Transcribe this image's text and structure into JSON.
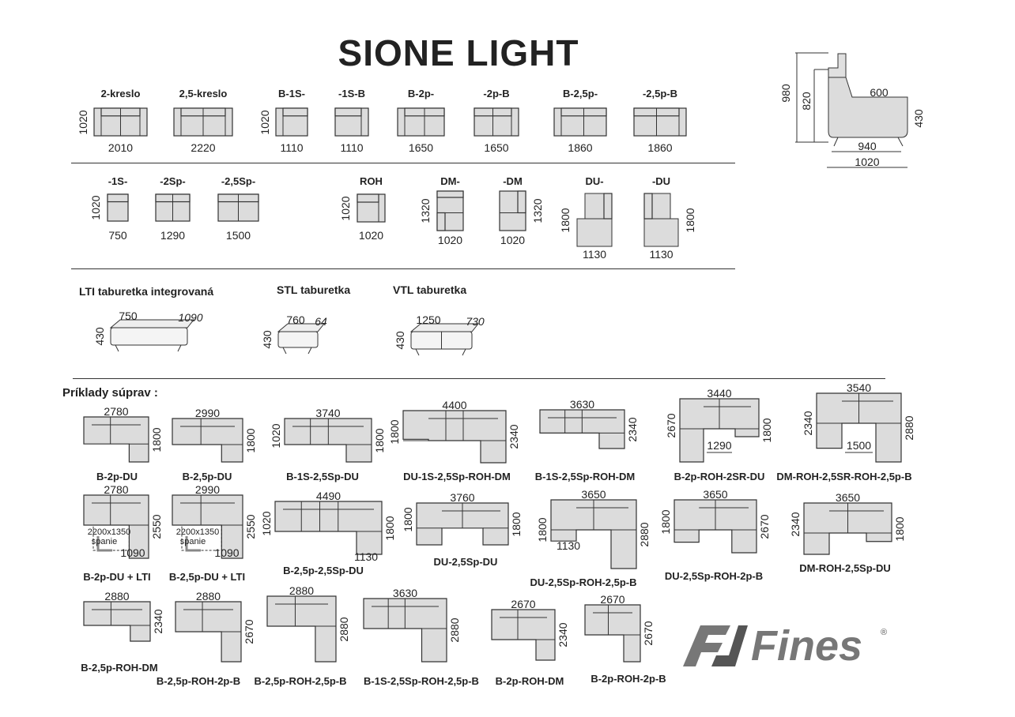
{
  "title": "SIONE  LIGHT",
  "modules": [
    {
      "name": "2-kreslo",
      "depth": "1020",
      "width": "2010"
    },
    {
      "name": "2,5-kreslo",
      "width": "2220"
    },
    {
      "name": "B-1S-",
      "depth": "1020",
      "width": "1110"
    },
    {
      "name": "-1S-B",
      "width": "1110"
    },
    {
      "name": "B-2p-",
      "width": "1650"
    },
    {
      "name": "-2p-B",
      "width": "1650"
    },
    {
      "name": "B-2,5p-",
      "width": "1860"
    },
    {
      "name": "-2,5p-B",
      "width": "1860"
    }
  ],
  "modules2": [
    {
      "name": "-1S-",
      "depth": "1020",
      "width": "750"
    },
    {
      "name": "-2Sp-",
      "width": "1290"
    },
    {
      "name": "-2,5Sp-",
      "width": "1500"
    },
    {
      "name": "ROH",
      "depth": "1020",
      "width": "1020"
    },
    {
      "name": "DM-",
      "depth": "1320",
      "width": "1020"
    },
    {
      "name": "-DM",
      "depth": "1320",
      "width": "1020"
    },
    {
      "name": "DU-",
      "depth": "1800",
      "width": "1130"
    },
    {
      "name": "-DU",
      "depth": "1800",
      "width": "1130"
    }
  ],
  "taburetky": [
    {
      "name": "LTI taburetka integrovaná",
      "width": "750",
      "depth": "1090",
      "height": "430"
    },
    {
      "name": "STL  taburetka",
      "width": "760",
      "depth": "64",
      "height": "430"
    },
    {
      "name": "VTL taburetka",
      "width": "1250",
      "depth": "730",
      "height": "430"
    }
  ],
  "chair": {
    "height": "980",
    "back_height": "820",
    "seat_depth": "600",
    "seat_height": "430",
    "inner_depth": "940",
    "total_depth": "1020"
  },
  "examples_title": "Príklady  súprav :",
  "examples": [
    {
      "name": "B-2p-DU",
      "top": "2780",
      "right": "1800"
    },
    {
      "name": "B-2,5p-DU",
      "top": "2990",
      "right": "1800"
    },
    {
      "name": "B-1S-2,5Sp-DU",
      "top": "3740",
      "left": "1020",
      "right": "1800"
    },
    {
      "name": "DU-1S-2,5Sp-ROH-DM",
      "top": "4400",
      "left": "1800",
      "right": "2340"
    },
    {
      "name": "B-1S-2,5Sp-ROH-DM",
      "top": "3630",
      "right": "2340"
    },
    {
      "name": "B-2p-ROH-2SR-DU",
      "top": "3440",
      "left": "2670",
      "right": "1800",
      "inner": "1290"
    },
    {
      "name": "DM-ROH-2,5SR-ROH-2,5p-B",
      "top": "3540",
      "left": "2340",
      "right": "2880",
      "inner": "1500"
    },
    {
      "name": "B-2p-DU + LTI",
      "top": "2780",
      "right": "2550",
      "sleep": "2200x1350",
      "sleep2": "spanie",
      "bottom": "1090"
    },
    {
      "name": "B-2,5p-DU + LTI",
      "top": "2990",
      "right": "2550",
      "sleep": "2200x1350",
      "sleep2": "spanie",
      "bottom": "1090"
    },
    {
      "name": "B-2,5p-2,5Sp-DU",
      "top": "4490",
      "left": "1020",
      "right": "1800",
      "bottom": "1130"
    },
    {
      "name": "DU-2,5Sp-DU",
      "top": "3760",
      "left": "1800",
      "right": "1800"
    },
    {
      "name": "DU-2,5Sp-ROH-2,5p-B",
      "top": "3650",
      "left": "1800",
      "right": "2880",
      "bottom": "1130"
    },
    {
      "name": "DU-2,5Sp-ROH-2p-B",
      "top": "3650",
      "left": "1800",
      "right": "2670"
    },
    {
      "name": "DM-ROH-2,5Sp-DU",
      "top": "3650",
      "left": "2340",
      "right": "1800"
    },
    {
      "name": "B-2,5p-ROH-DM",
      "top": "2880",
      "right": "2340"
    },
    {
      "name": "B-2,5p-ROH-2p-B",
      "top": "2880",
      "right": "2670"
    },
    {
      "name": "B-2,5p-ROH-2,5p-B",
      "top": "2880",
      "right": "2880"
    },
    {
      "name": "B-1S-2,5Sp-ROH-2,5p-B",
      "top": "3630",
      "right": "2880"
    },
    {
      "name": "B-2p-ROH-DM",
      "top": "2670",
      "right": "2340"
    },
    {
      "name": "B-2p-ROH-2p-B",
      "top": "2670",
      "right": "2670"
    }
  ],
  "logo": "Fines",
  "colors": {
    "fill": "#dcdcdc",
    "stroke": "#333333",
    "logo": "#777777"
  }
}
